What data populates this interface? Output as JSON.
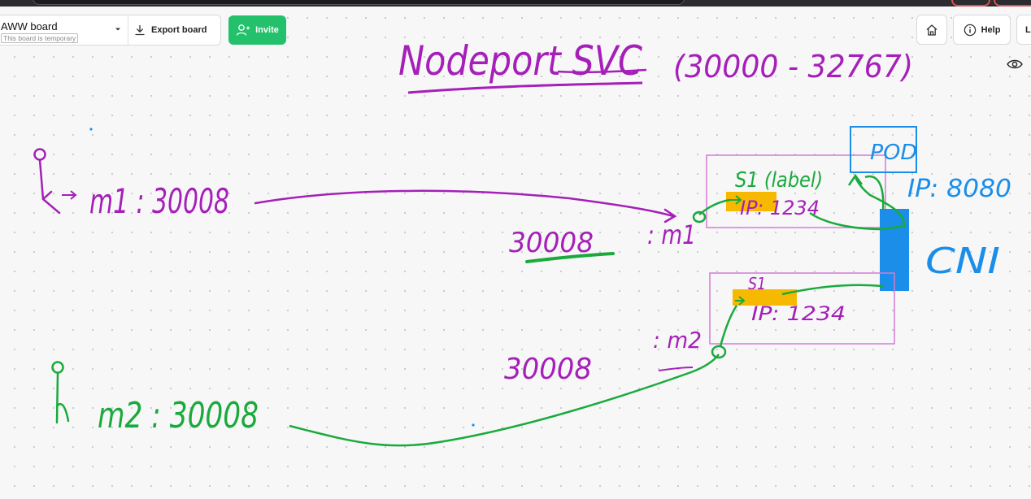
{
  "toolbar": {
    "board_name": "AWW board",
    "board_status": "This board is temporary",
    "export_label": "Export board",
    "invite_label": "Invite",
    "help_label": "Help",
    "login_label": "Lo"
  },
  "whiteboard": {
    "title": "Nodeport SVC",
    "port_range": "(30000 - 32767)",
    "node1_label": "m1 : 30008",
    "node2_label": "m2 : 30008",
    "port1": "30008",
    "node1_tag": ": m1",
    "port2": "30008",
    "node2_tag": ": m2",
    "svc1_label": "S1 (label)",
    "svc1_ip": "IP: 1234",
    "svc2_label": "S1",
    "svc2_ip": "IP: 1234",
    "pod_label": "POD",
    "pod_ip": "IP: 8080",
    "cni_label": "CNI"
  },
  "colors": {
    "purple_ink": "#a51fb8",
    "green_ink": "#1aaa3c",
    "blue_ink": "#1a8ee8",
    "highlight": "#f7b900",
    "invite_green": "#23c16b"
  },
  "icons": [
    "chevron-down-icon",
    "download-icon",
    "add-user-icon",
    "home-icon",
    "info-icon",
    "eye-icon"
  ]
}
